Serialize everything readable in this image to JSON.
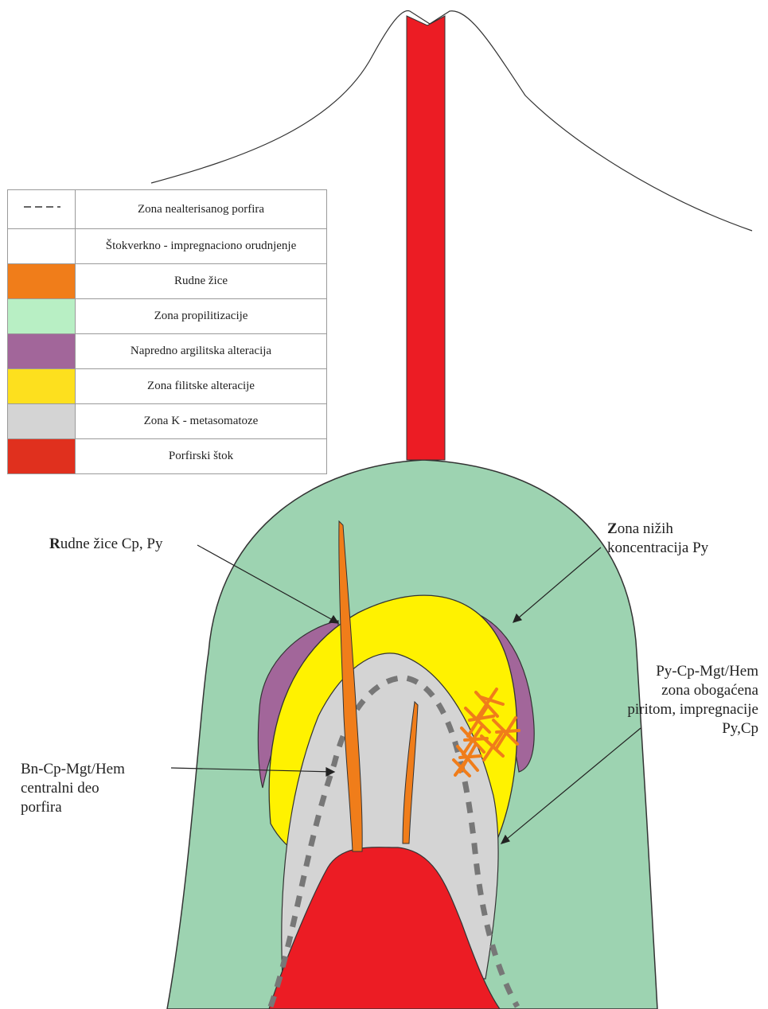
{
  "legend": {
    "items": [
      {
        "label": "Zona nealterisanog porfira",
        "swatch": "dashed-line-icon",
        "color": "#666666"
      },
      {
        "label": "Štokverkno - impregnaciono orudnjenje",
        "swatch": "stockwork-icon",
        "color": "#f07d1a"
      },
      {
        "label": "Rudne žice",
        "swatch": "fill",
        "color": "#f07d1a"
      },
      {
        "label": "Zona propilitizacije",
        "swatch": "fill",
        "color": "#b8efc4"
      },
      {
        "label": "Napredno argilitska alteracija",
        "swatch": "fill",
        "color": "#a2669a"
      },
      {
        "label": "Zona filitske alteracije",
        "swatch": "fill",
        "color": "#fde01e"
      },
      {
        "label": "Zona K - metasomatoze",
        "swatch": "fill",
        "color": "#d4d4d4"
      },
      {
        "label": "Porfirski štok",
        "swatch": "fill",
        "color": "#e0301e"
      }
    ]
  },
  "callouts": {
    "rudne_zice": {
      "first": "R",
      "rest": "udne žice Cp, Py"
    },
    "zona_nizih": {
      "first": "Z",
      "rest": "ona nižih",
      "line2": "koncentracija Py"
    },
    "py_cp": {
      "lines": [
        "Py-Cp-Mgt/Hem",
        "zona obogaćena",
        "piritom, impregnacije",
        "Py,Cp"
      ]
    },
    "bn_cp": {
      "lines": [
        "Bn-Cp-Mgt/Hem",
        "centralni deo",
        "porfira"
      ]
    }
  },
  "colors": {
    "propylitic": "#9dd3b1",
    "argillic": "#a2669a",
    "phyllic": "#fff200",
    "potassic": "#d4d4d4",
    "stock": "#ec1c24",
    "vein": "#f07d1a",
    "dashed": "#777777"
  }
}
